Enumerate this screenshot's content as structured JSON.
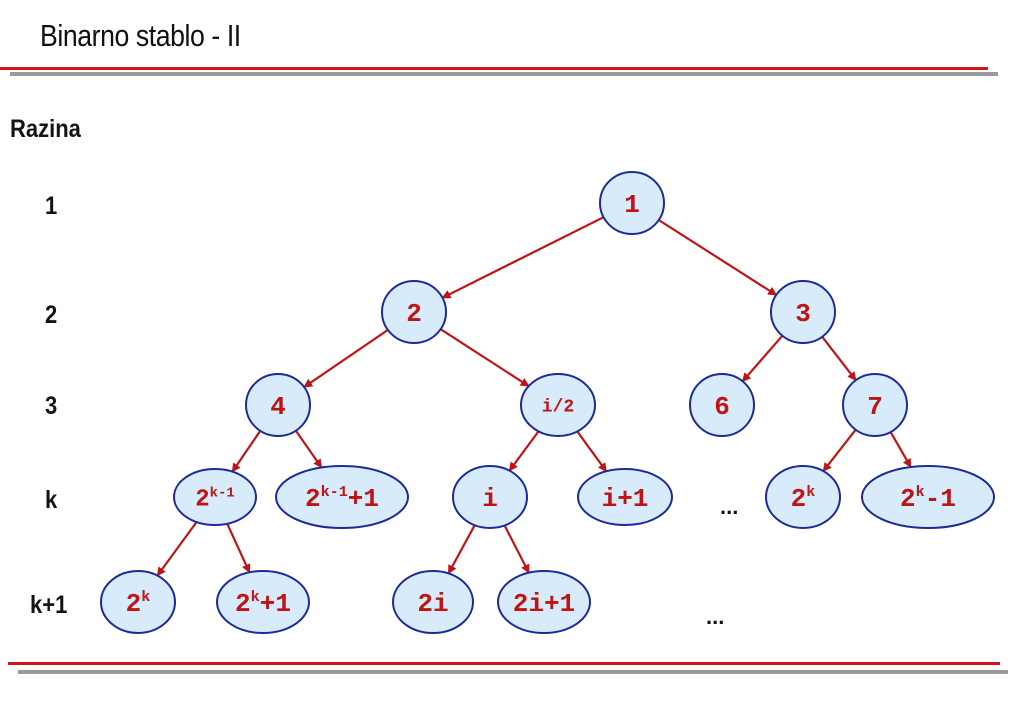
{
  "header": {
    "title": "Binarno stablo - II"
  },
  "legend": {
    "level_heading": "Razina"
  },
  "levels": [
    "1",
    "2",
    "3",
    "k",
    "k+1"
  ],
  "colors": {
    "node_fill": "#d7ebfa",
    "node_stroke": "#1e2a9a",
    "node_text": "#c01414",
    "edge": "#c01414",
    "rule_red": "#d21414",
    "rule_gray": "#9a9a9a"
  },
  "nodes": [
    {
      "id": "n1",
      "text": "1"
    },
    {
      "id": "n2",
      "text": "2"
    },
    {
      "id": "n3",
      "text": "3"
    },
    {
      "id": "n4",
      "text": "4"
    },
    {
      "id": "nhalf",
      "text": "i/2"
    },
    {
      "id": "n6",
      "text": "6"
    },
    {
      "id": "n7",
      "text": "7"
    },
    {
      "id": "a",
      "base": "2",
      "sup": "k-1",
      "suffix": ""
    },
    {
      "id": "b",
      "base": "2",
      "sup": "k-1",
      "suffix": "+1"
    },
    {
      "id": "ni",
      "text": "i"
    },
    {
      "id": "ni1",
      "text": "i+1"
    },
    {
      "id": "c",
      "base": "2",
      "sup": "k",
      "suffix": ""
    },
    {
      "id": "d",
      "base": "2",
      "sup": "k",
      "suffix": "-1"
    },
    {
      "id": "e",
      "base": "2",
      "sup": "k",
      "suffix": ""
    },
    {
      "id": "f",
      "base": "2",
      "sup": "k",
      "suffix": "+1"
    },
    {
      "id": "n2i",
      "text": "2i"
    },
    {
      "id": "n2i1",
      "text": "2i+1"
    }
  ],
  "edges": [
    [
      "n1",
      "n2"
    ],
    [
      "n1",
      "n3"
    ],
    [
      "n2",
      "n4"
    ],
    [
      "n2",
      "nhalf"
    ],
    [
      "n3",
      "n6"
    ],
    [
      "n3",
      "n7"
    ],
    [
      "n4",
      "a"
    ],
    [
      "n4",
      "b"
    ],
    [
      "nhalf",
      "ni"
    ],
    [
      "nhalf",
      "ni1"
    ],
    [
      "n7",
      "c"
    ],
    [
      "n7",
      "d"
    ],
    [
      "a",
      "e"
    ],
    [
      "a",
      "f"
    ],
    [
      "ni",
      "n2i"
    ],
    [
      "ni",
      "n2i1"
    ]
  ],
  "ellipsis": "..."
}
